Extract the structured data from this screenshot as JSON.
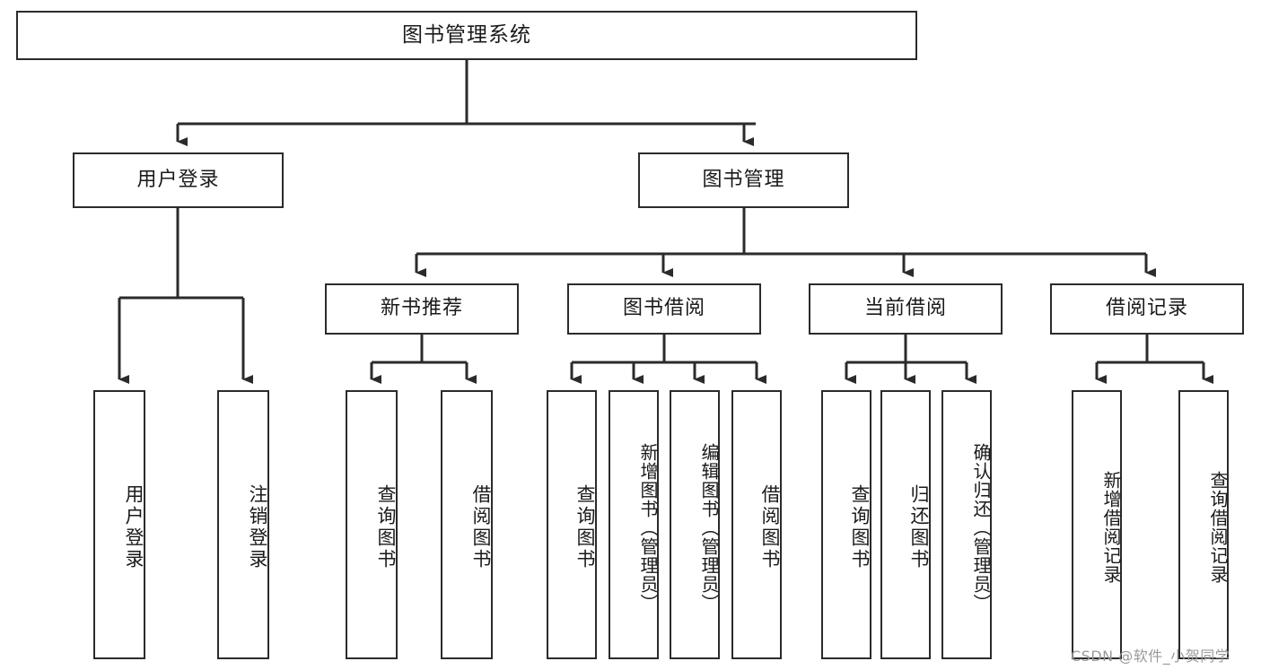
{
  "diagram": {
    "type": "tree-hierarchy-chart",
    "title": "图书管理系统",
    "stroke_color": "#2b2b2b",
    "fill_color": "#ffffff",
    "text_color": "#1a1a1a",
    "levels": {
      "root": {
        "label": "图书管理系统"
      },
      "level2": [
        {
          "label": "用户登录"
        },
        {
          "label": "图书管理"
        }
      ],
      "level3": [
        {
          "label": "新书推荐"
        },
        {
          "label": "图书借阅"
        },
        {
          "label": "当前借阅"
        },
        {
          "label": "借阅记录"
        }
      ],
      "leaves": [
        {
          "label": "用户登录",
          "parent": "用户登录"
        },
        {
          "label": "注销登录",
          "parent": "用户登录"
        },
        {
          "label": "查询图书",
          "parent": "新书推荐"
        },
        {
          "label": "借阅图书",
          "parent": "新书推荐"
        },
        {
          "label": "查询图书",
          "parent": "图书借阅"
        },
        {
          "label": "新增图书（管理员）",
          "parent": "图书借阅"
        },
        {
          "label": "编辑图书（管理员）",
          "parent": "图书借阅"
        },
        {
          "label": "借阅图书",
          "parent": "图书借阅"
        },
        {
          "label": "查询图书",
          "parent": "当前借阅"
        },
        {
          "label": "归还图书",
          "parent": "当前借阅"
        },
        {
          "label": "确认归还（管理员）",
          "parent": "当前借阅"
        },
        {
          "label": "新增借阅记录",
          "parent": "借阅记录"
        },
        {
          "label": "查询借阅记录",
          "parent": "借阅记录"
        }
      ]
    }
  },
  "watermark": {
    "text": "CSDN @软件_小贺同学"
  }
}
